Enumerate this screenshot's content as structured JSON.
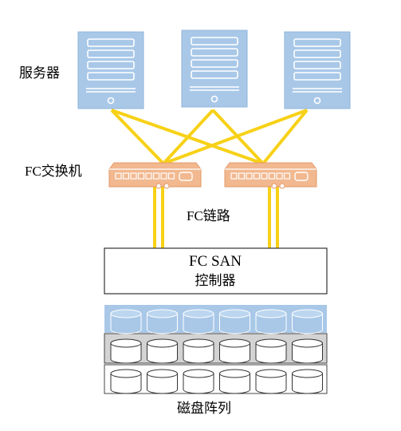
{
  "labels": {
    "servers": "服务器",
    "switches": "FC交换机",
    "fc_link": "FC链路",
    "controller_line1": "FC SAN",
    "controller_line2": "控制器",
    "disk_array": "磁盘阵列"
  },
  "colors": {
    "server": "#a9c8e8",
    "server_stroke": "#8fb3da",
    "link": "#f7d117",
    "switch": "#f2b88f",
    "switch_port": "#ffffff",
    "disk_tray_top": "#a9c8e8",
    "disk_tray_mid": "#d0d0d0",
    "disk_tray_bottom": "#ffffff"
  },
  "icons": {
    "server": "server-tower-icon",
    "switch": "network-switch-icon",
    "disk": "disk-cylinder-icon"
  }
}
